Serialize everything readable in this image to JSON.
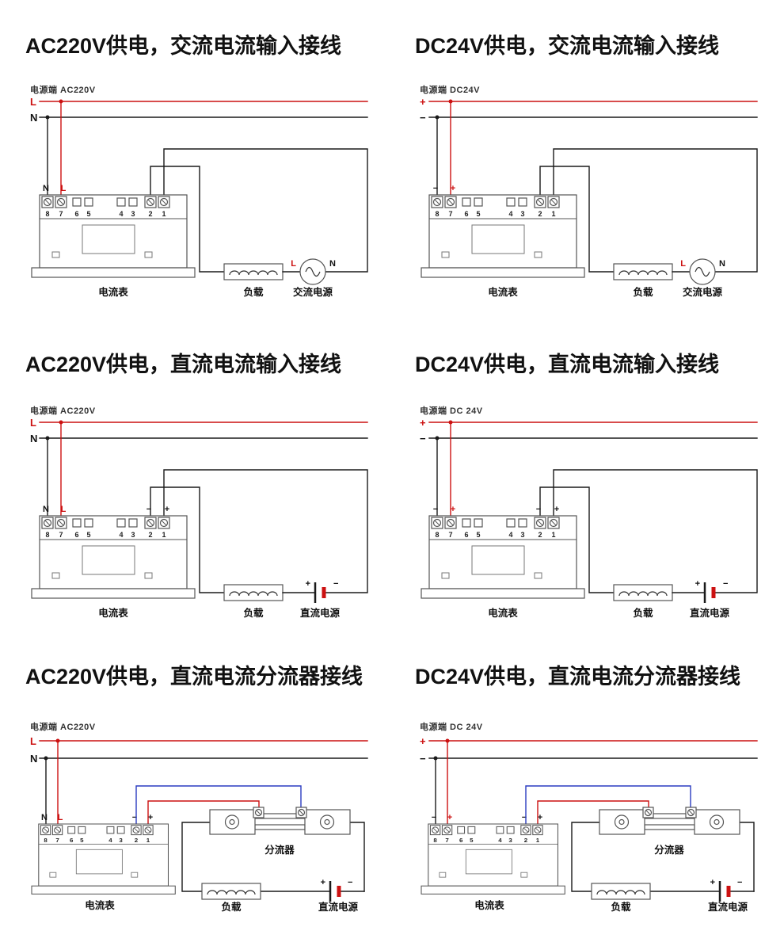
{
  "sheet": {
    "background": "#ffffff"
  },
  "colors": {
    "wire_black": "#1a1a1a",
    "wire_red": "#cc1111",
    "wire_blue": "#2a3cc0",
    "device_stroke": "#555555",
    "text": "#111111"
  },
  "meter": {
    "terminal_numbers": [
      "8",
      "7",
      "6",
      "5",
      "4",
      "3",
      "2",
      "1"
    ]
  },
  "diagrams": [
    {
      "title": "AC220V供电，交流电流输入接线",
      "power_label": "电源端 AC220V",
      "rail1": "L",
      "rail2": "N",
      "t8": "N",
      "t7": "L",
      "src_left": "L",
      "src_right": "N",
      "meter_caption": "电流表",
      "load_caption": "负载",
      "source_caption": "交流电源"
    },
    {
      "title": "DC24V供电，交流电流输入接线",
      "power_label": "电源端 DC24V",
      "rail1": "+",
      "rail2": "−",
      "t8": "−",
      "t7": "+",
      "src_left": "L",
      "src_right": "N",
      "meter_caption": "电流表",
      "load_caption": "负载",
      "source_caption": "交流电源"
    },
    {
      "title": "AC220V供电，直流电流输入接线",
      "power_label": "电源端 AC220V",
      "rail1": "L",
      "rail2": "N",
      "t8": "N",
      "t7": "L",
      "t2": "−",
      "t1": "+",
      "src_left": "+",
      "src_right": "−",
      "meter_caption": "电流表",
      "load_caption": "负载",
      "source_caption": "直流电源"
    },
    {
      "title": "DC24V供电，直流电流输入接线",
      "power_label": "电源端 DC 24V",
      "rail1": "+",
      "rail2": "−",
      "t8": "−",
      "t7": "+",
      "t2": "−",
      "t1": "+",
      "src_left": "+",
      "src_right": "−",
      "meter_caption": "电流表",
      "load_caption": "负载",
      "source_caption": "直流电源"
    },
    {
      "title": "AC220V供电，直流电流分流器接线",
      "power_label": "电源端 AC220V",
      "rail1": "L",
      "rail2": "N",
      "t8": "N",
      "t7": "L",
      "t2": "−",
      "t1": "+",
      "src_left": "+",
      "src_right": "−",
      "meter_caption": "电流表",
      "load_caption": "负载",
      "source_caption": "直流电源",
      "shunt_caption": "分流器"
    },
    {
      "title": "DC24V供电，直流电流分流器接线",
      "power_label": "电源端 DC 24V",
      "rail1": "+",
      "rail2": "−",
      "t8": "−",
      "t7": "+",
      "t2": "−",
      "t1": "+",
      "src_left": "+",
      "src_right": "−",
      "meter_caption": "电流表",
      "load_caption": "负载",
      "source_caption": "直流电源",
      "shunt_caption": "分流器"
    }
  ]
}
